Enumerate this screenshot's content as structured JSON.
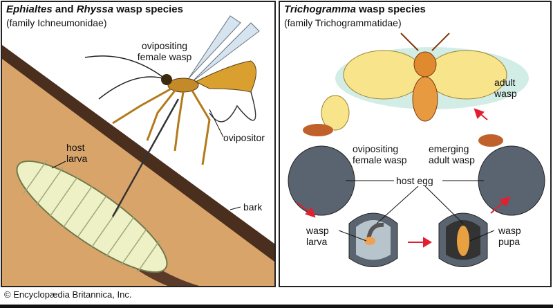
{
  "left_panel": {
    "title_italic_1": "Ephialtes",
    "title_mid": " and ",
    "title_italic_2": "Rhyssa",
    "title_rest": " wasp species",
    "subtitle": "(family Ichneumonidae)",
    "labels": {
      "wasp": "ovipositing female wasp",
      "ovipositor": "ovipositor",
      "larva": "host larva",
      "bark": "bark"
    }
  },
  "right_panel": {
    "title_italic": "Trichogramma",
    "title_rest": " wasp species",
    "subtitle": "(family Trichogrammatidae)",
    "labels": {
      "adult": "adult wasp",
      "ovipositing": "ovipositing female wasp",
      "emerging": "emerging adult wasp",
      "host_egg": "host egg",
      "larva": "wasp larva",
      "pupa": "wasp pupa"
    }
  },
  "footer": "© Encyclopædia Britannica, Inc."
}
